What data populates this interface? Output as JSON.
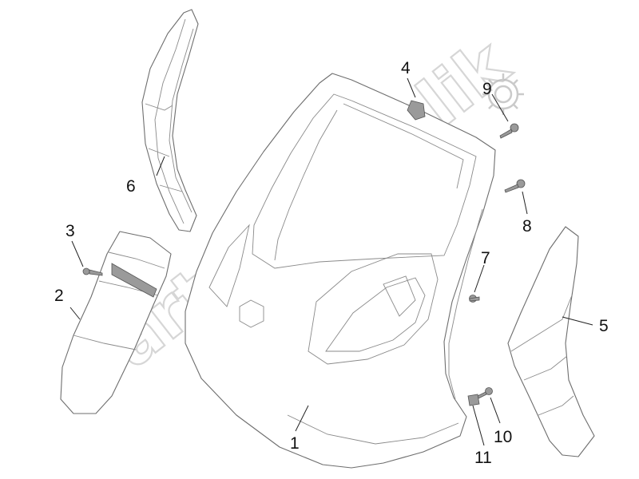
{
  "watermark": {
    "text": "PartsRepublik",
    "icon": "gear-icon"
  },
  "callouts": [
    {
      "id": "1",
      "label": "1",
      "part": "front-shield"
    },
    {
      "id": "2",
      "label": "2",
      "part": "left-side-cover"
    },
    {
      "id": "3",
      "label": "3",
      "part": "screw-left"
    },
    {
      "id": "4",
      "label": "4",
      "part": "clip"
    },
    {
      "id": "5",
      "label": "5",
      "part": "right-side-cover"
    },
    {
      "id": "6",
      "label": "6",
      "part": "upper-trim"
    },
    {
      "id": "7",
      "label": "7",
      "part": "screw-right-lower"
    },
    {
      "id": "8",
      "label": "8",
      "part": "screw-right-upper"
    },
    {
      "id": "9",
      "label": "9",
      "part": "screw-top"
    },
    {
      "id": "10",
      "label": "10",
      "part": "screw-bottom"
    },
    {
      "id": "11",
      "label": "11",
      "part": "nut-clip"
    }
  ]
}
